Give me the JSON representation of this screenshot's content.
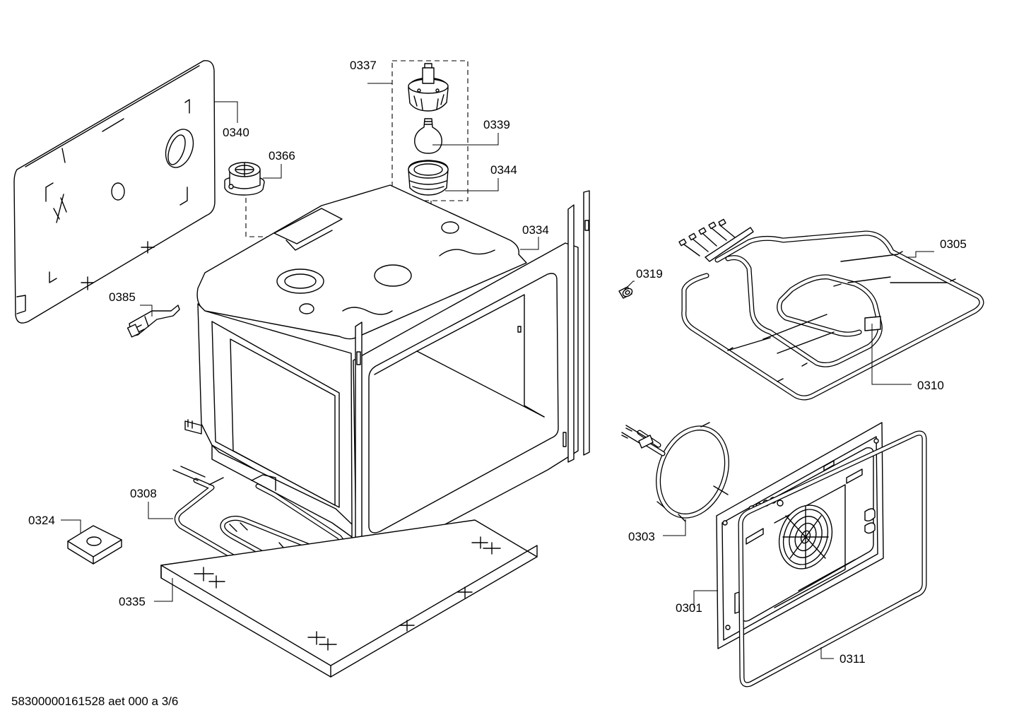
{
  "diagram": {
    "callouts": {
      "c0337": "0337",
      "c0339": "0339",
      "c0344": "0344",
      "c0340": "0340",
      "c0366": "0366",
      "c0334": "0334",
      "c0305": "0305",
      "c0319": "0319",
      "c0385": "0385",
      "c0310": "0310",
      "c0308": "0308",
      "c0324": "0324",
      "c0303": "0303",
      "c0335": "0335",
      "c0301": "0301",
      "c0311": "0311"
    },
    "footer": "58300000161528 aet 000 a 3/6"
  }
}
